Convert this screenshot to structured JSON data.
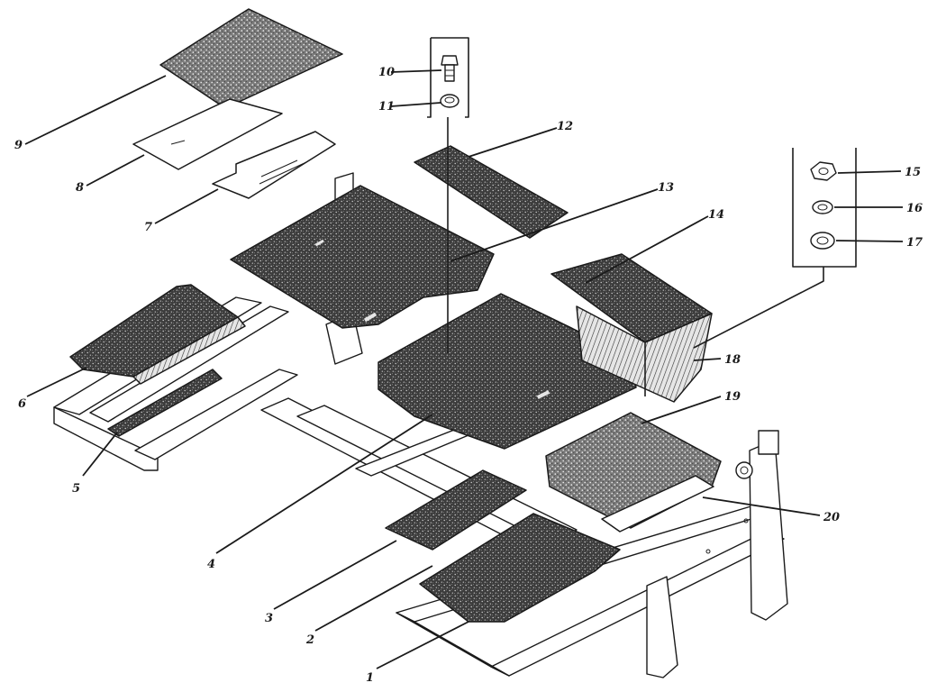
{
  "figure": {
    "colors": {
      "ink": "#1a1a1a",
      "panel_fill": "#3c3c3c",
      "panel_speckle": "#d8d8d8",
      "paper": "#ffffff"
    },
    "callouts": [
      {
        "id": "1",
        "text": "1"
      },
      {
        "id": "2",
        "text": "2"
      },
      {
        "id": "3",
        "text": "3"
      },
      {
        "id": "4",
        "text": "4"
      },
      {
        "id": "5",
        "text": "5"
      },
      {
        "id": "6",
        "text": "6"
      },
      {
        "id": "7",
        "text": "7"
      },
      {
        "id": "8",
        "text": "8"
      },
      {
        "id": "9",
        "text": "9"
      },
      {
        "id": "10",
        "text": "10"
      },
      {
        "id": "11",
        "text": "11"
      },
      {
        "id": "12",
        "text": "12"
      },
      {
        "id": "13",
        "text": "13"
      },
      {
        "id": "14",
        "text": "14"
      },
      {
        "id": "15",
        "text": "15"
      },
      {
        "id": "16",
        "text": "16"
      },
      {
        "id": "17",
        "text": "17"
      },
      {
        "id": "18",
        "text": "18"
      },
      {
        "id": "19",
        "text": "19"
      },
      {
        "id": "20",
        "text": "20"
      }
    ]
  }
}
